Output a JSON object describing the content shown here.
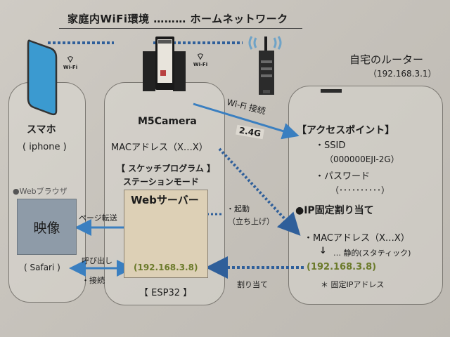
{
  "title": "家庭内WiFi環境 ……… ホームネットワーク",
  "smartphone": {
    "name": "スマホ",
    "model": "( iphone )",
    "wifi_label": "Wi-Fi",
    "browser_label": "●Webブラウザ",
    "video_label": "映像",
    "browser_name": "( Safari )"
  },
  "camera": {
    "name": "M5Camera",
    "wifi_label": "Wi-Fi",
    "mac": "MACアドレス（X…X）",
    "sketch": "【 スケッチプログラム 】",
    "mode": "ステーションモード",
    "webserver_label": "Webサーバー",
    "ip": "(192.168.3.8)",
    "chip": "【 ESP32 】"
  },
  "router": {
    "name": "自宅のルーター",
    "ip": "（192.168.3.1）",
    "ap_title": "【アクセスポイント】",
    "ssid_label": "・SSID",
    "ssid_value": "（000000EJI-2G）",
    "password_label": "・パスワード",
    "password_value": "（･･････････）",
    "fixed_ip_title": "●IP固定割り当て",
    "mac": "・MACアドレス（X…X）",
    "static_arrow": "↓",
    "static_label": "…  静的(スタティック)",
    "assigned_ip": "(192.168.3.8)",
    "fixed_ip_note": "＊ 固定IPアドレス"
  },
  "connections": {
    "wifi_connect": "Wi-Fi 接続",
    "band": "2.4G",
    "page_transfer": "ページ転送",
    "call": "呼び出し",
    "connect": "・接続",
    "boot": "・起動",
    "boot_sub": "（立ち上げ）",
    "assign": "割り当て"
  },
  "colors": {
    "accent_blue": "#3a7fc0",
    "dotted_blue": "#2f5f9a",
    "ip_green": "#6b7a2a",
    "phone_screen": "#3b9ad0",
    "server_tan": "#ddd0b6"
  }
}
